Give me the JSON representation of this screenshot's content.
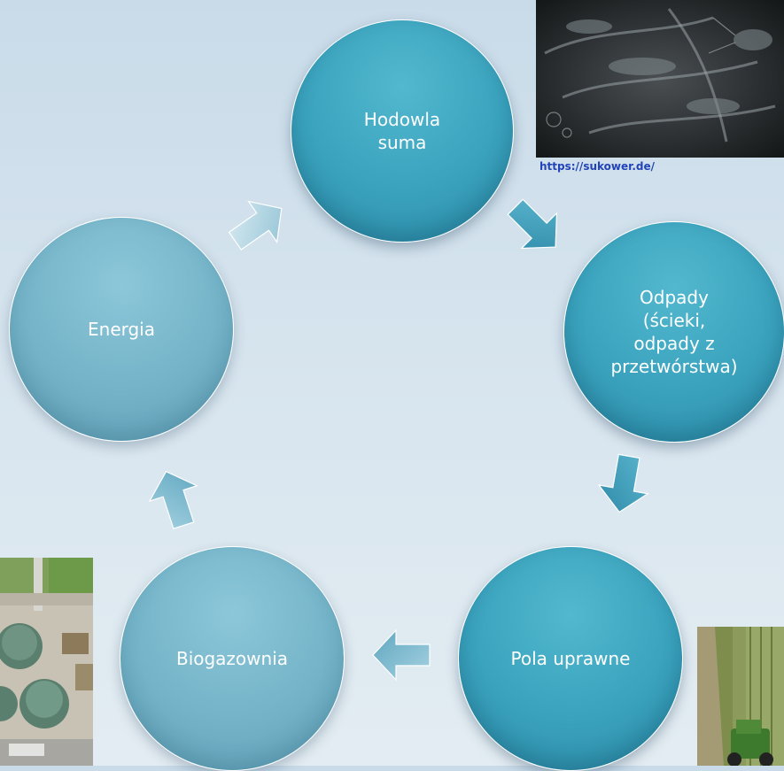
{
  "diagram": {
    "nodes": [
      {
        "id": "hodowla",
        "label": "Hodowla\nsuma"
      },
      {
        "id": "odpady",
        "label": "Odpady\n(ścieki,\nodpady z\nprzetwórstwa)"
      },
      {
        "id": "pola",
        "label": "Pola uprawne"
      },
      {
        "id": "biogazownia",
        "label": "Biogazownia"
      },
      {
        "id": "energia",
        "label": "Energia"
      }
    ],
    "edges": [
      {
        "from": "hodowla",
        "to": "odpady"
      },
      {
        "from": "odpady",
        "to": "pola"
      },
      {
        "from": "pola",
        "to": "biogazownia"
      },
      {
        "from": "biogazownia",
        "to": "energia"
      },
      {
        "from": "energia",
        "to": "hodowla"
      }
    ]
  },
  "photos": {
    "catfish": {
      "source": "https://sukower.de/",
      "description_icon": "catfish-photo"
    },
    "biogas": {
      "description_icon": "biogas-plant-aerial-photo"
    },
    "field": {
      "description_icon": "tractor-field-photo"
    }
  },
  "colors": {
    "node_fill": "#3aa2bd",
    "node_fill_pale": "#74b3c8",
    "arrow_dark": "#3a9ab8",
    "arrow_pale": "#9cc9da",
    "link": "#2244b8"
  }
}
